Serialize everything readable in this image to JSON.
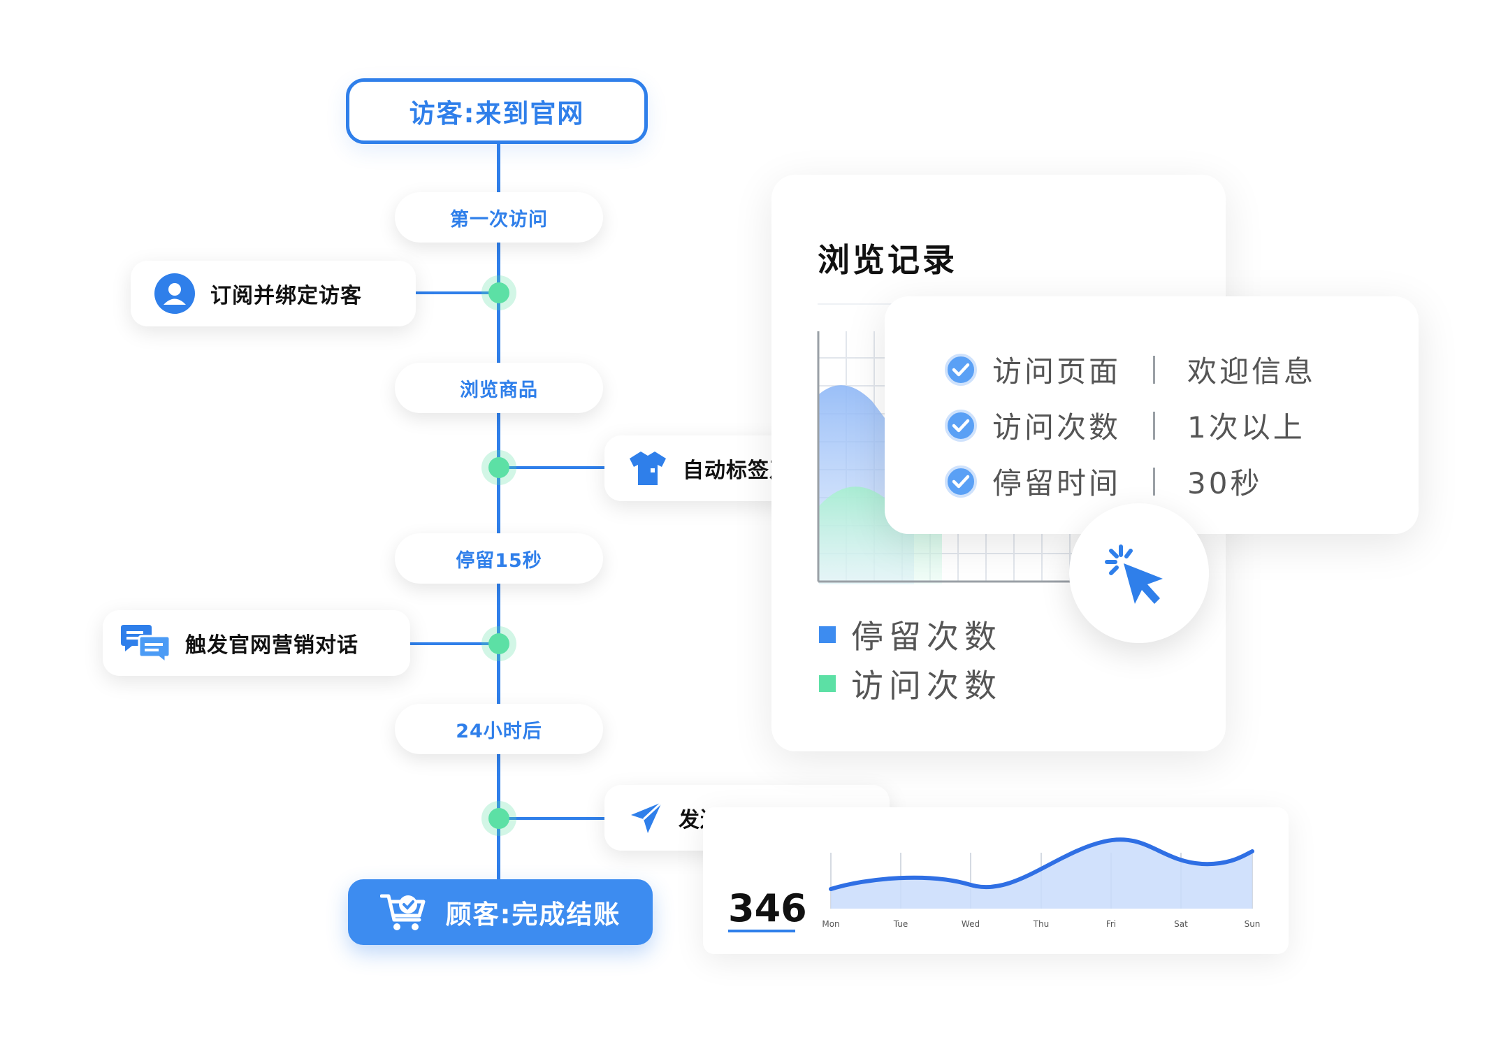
{
  "flow": {
    "start": "访客:来到官网",
    "steps": [
      "第一次访问",
      "浏览商品",
      "停留15秒",
      "24小时后"
    ],
    "actions": {
      "subscribe": "订阅并绑定访客",
      "auto_tag": "自动标签及细分",
      "trigger_chat": "触发官网营销对话",
      "send_remarketing": "发送再营销消息"
    },
    "end": "顾客:完成结账"
  },
  "browse_panel": {
    "title": "浏览记录",
    "legend": [
      {
        "label": "停留次数",
        "color": "#3d8cf0"
      },
      {
        "label": "访问次数",
        "color": "#5ce0a5"
      }
    ]
  },
  "conditions": [
    {
      "label": "访问页面",
      "value": "欢迎信息"
    },
    {
      "label": "访问次数",
      "value": "1次以上"
    },
    {
      "label": "停留时间",
      "value": "30秒"
    }
  ],
  "weekly": {
    "total": "346",
    "days": [
      "Mon",
      "Tue",
      "Wed",
      "Thu",
      "Fri",
      "Sat",
      "Sun"
    ]
  },
  "colors": {
    "primary": "#2f7fea",
    "accent_green": "#5ce0a5"
  },
  "icons": [
    "user-icon",
    "tshirt-icon",
    "chat-bubbles-icon",
    "send-icon",
    "cart-check-icon",
    "check-circle-icon",
    "click-cursor-icon"
  ]
}
